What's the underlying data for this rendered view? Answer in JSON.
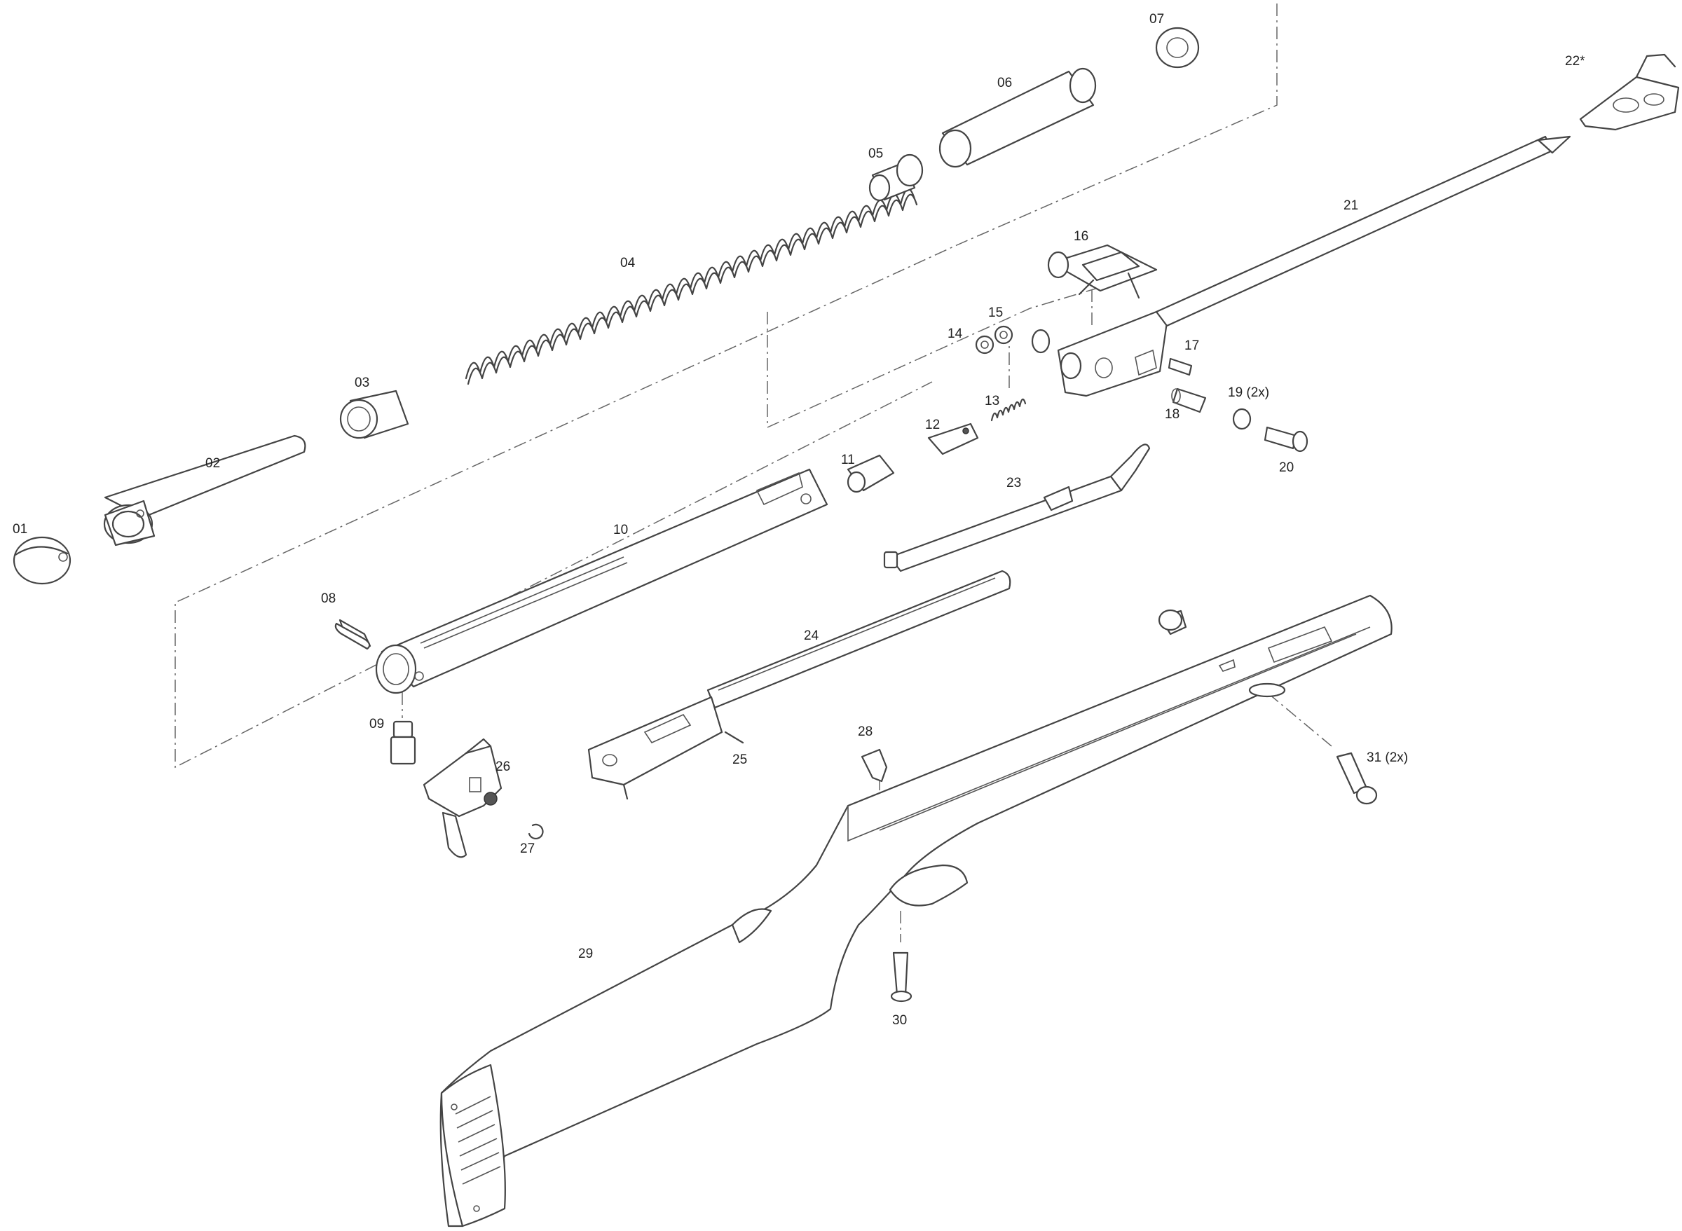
{
  "diagram": {
    "labels": {
      "p01": "01",
      "p02": "02",
      "p03": "03",
      "p04": "04",
      "p05": "05",
      "p06": "06",
      "p07": "07",
      "p08": "08",
      "p09": "09",
      "p10": "10",
      "p11": "11",
      "p12": "12",
      "p13": "13",
      "p14": "14",
      "p15": "15",
      "p16": "16",
      "p17": "17",
      "p18": "18",
      "p19": "19 (2x)",
      "p20": "20",
      "p21": "21",
      "p22": "22*",
      "p23": "23",
      "p24": "24",
      "p25": "25",
      "p26": "26",
      "p27": "27",
      "p28": "28",
      "p29": "29",
      "p30": "30",
      "p31": "31 (2x)"
    }
  }
}
